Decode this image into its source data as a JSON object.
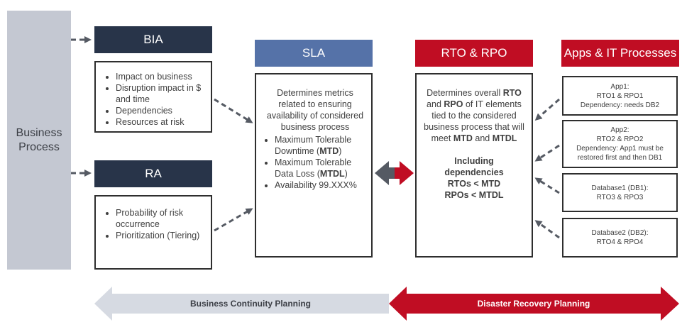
{
  "business_process": {
    "line1": "Business",
    "line2": "Process"
  },
  "bia": {
    "title": "BIA",
    "items": [
      "Impact on business",
      "Disruption impact in $ and time",
      "Dependencies",
      "Resources at risk"
    ]
  },
  "ra": {
    "title": "RA",
    "items": [
      "Probability of risk occurrence",
      "Prioritization (Tiering)"
    ]
  },
  "sla": {
    "title": "SLA",
    "intro": "Determines metrics related to ensuring availability of considered business process",
    "items": [
      {
        "pre": "Maximum Tolerable Downtime (",
        "bold": "MTD",
        "post": ")"
      },
      {
        "pre": "Maximum Tolerable Data Loss (",
        "bold": "MTDL",
        "post": ")"
      },
      {
        "pre": "Availability 99.XXX%",
        "bold": "",
        "post": ""
      }
    ]
  },
  "rto_rpo": {
    "title": "RTO & RPO",
    "p1": "Determines overall ",
    "b1": "RTO",
    "p2": " and ",
    "b2": "RPO",
    "p3": " of IT elements tied to the considered business process that will meet ",
    "b3": "MTD",
    "p4": " and ",
    "b4": "MTDL",
    "incl1": "Including",
    "incl2": "dependencies",
    "incl3": "RTOs < MTD",
    "incl4": "RPOs < MTDL"
  },
  "apps": {
    "title": "Apps & IT Processes",
    "items": [
      {
        "lines": [
          "App1:",
          "RTO1 & RPO1",
          "Dependency: needs DB2"
        ]
      },
      {
        "lines": [
          "App2:",
          "RTO2 & RPO2",
          "Dependency: App1 must be",
          "restored first and then DB1"
        ]
      },
      {
        "lines": [
          "Database1 (DB1):",
          "RTO3 & RPO3"
        ]
      },
      {
        "lines": [
          "Database2 (DB2):",
          "RTO4 & RPO4"
        ]
      }
    ]
  },
  "bottom": {
    "bcp": "Business Continuity Planning",
    "drp": "Disaster Recovery Planning"
  },
  "colors": {
    "navy": "#283449",
    "blue": "#5572a8",
    "red": "#c00d23",
    "grey": "#c4c8d2",
    "light_arrow": "#d6dae2",
    "dark_arrow": "#555a63"
  }
}
